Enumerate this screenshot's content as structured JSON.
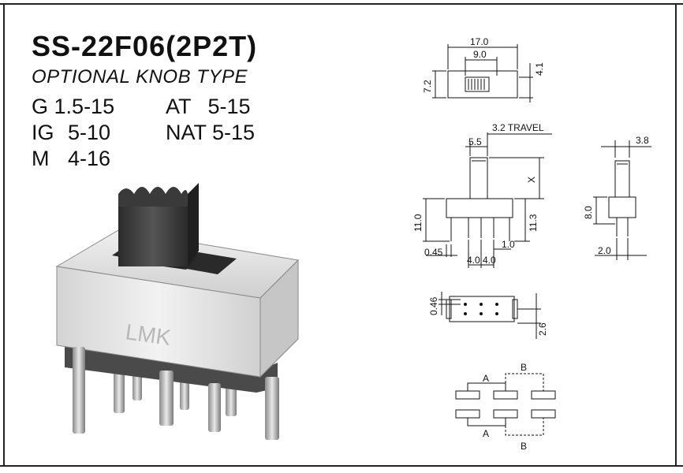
{
  "header": {
    "title": "SS-22F06(2P2T)",
    "subtitle": "OPTIONAL KNOB TYPE"
  },
  "knob_specs": [
    {
      "code": "G",
      "range": "1.5-15"
    },
    {
      "code": "IG",
      "range": "5-10"
    },
    {
      "code": "M",
      "range": "4-16"
    },
    {
      "code": "AT",
      "range": "5-15"
    },
    {
      "code": "NAT",
      "range": "5-15"
    }
  ],
  "product": {
    "brand_mark": "LMK"
  },
  "dimensions": {
    "top_view": {
      "overall_length": "17.0",
      "knob_window": "9.0",
      "width": "7.2",
      "depth": "4.1"
    },
    "front_view": {
      "actuator_width": "5.5",
      "travel": "3.2 TRAVEL",
      "height_x": "X",
      "body_height": "11.0",
      "terminal_height": "11.3",
      "offset": "0.45",
      "pitch_a": "4.0",
      "pitch_b": "4.0",
      "pin_width": "1.0"
    },
    "side_view": {
      "actuator_width": "3.8",
      "body_height": "8.0",
      "pin_offset": "2.0"
    },
    "bottom_view": {
      "pin_width": "0.46",
      "row_spacing": "2.6"
    },
    "schematic": {
      "contact_a": "A",
      "contact_b": "B"
    }
  },
  "colors": {
    "ink": "#111111",
    "body_metal": "#e6e6e6",
    "knob": "#3a3a3a",
    "base": "#555555"
  }
}
